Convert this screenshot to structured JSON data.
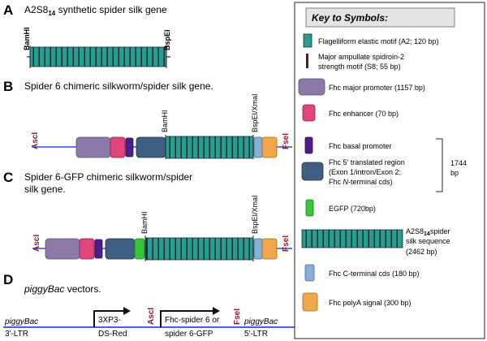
{
  "panels": {
    "A": {
      "letter": "A",
      "title_main": "A2S8",
      "title_sub": "14",
      "title_rest": " synthetic spider silk gene",
      "left_site": "BamHI",
      "right_site": "BspEI"
    },
    "B": {
      "letter": "B",
      "title": "Spider 6 chimeric silkworm/spider silk gene.",
      "left_site": "AscI",
      "mid_site": "BamHI",
      "right_site_a": "BspEI/XmaI",
      "right_site_b": "FseI"
    },
    "C": {
      "letter": "C",
      "title_line1": "Spider 6-GFP chimeric silkworm/spider",
      "title_line2": "silk gene.",
      "left_site": "AscI",
      "mid_site": "BamHI",
      "right_site_a": "BspEI/XmaI",
      "right_site_b": "FseI"
    },
    "D": {
      "letter": "D",
      "title_italic": "piggyBac",
      "title_rest": " vectors.",
      "ltr3_line1": "piggyBac",
      "ltr3_line2": "3'-LTR",
      "promoter1_line1": "3XP3-",
      "promoter1_line2": "DS-Red",
      "site_asc": "AscI",
      "promoter2_line1": "Fhc-spider 6 or",
      "promoter2_line2": "spider 6-GFP",
      "site_fse": "FseI",
      "ltr5_line1": "piggyBac",
      "ltr5_line2": "5'-LTR"
    }
  },
  "key": {
    "title": "Key to Symbols:",
    "items": [
      {
        "line1": "Flagelliform elastic motif (A2; 120 bp)"
      },
      {
        "line1": "Major ampullate spidroin-2",
        "line2": "strength motif (S8; 55 bp)"
      },
      {
        "line1": "Fhc major promoter (1157 bp)"
      },
      {
        "line1": "Fhc enhancer (70 bp)"
      },
      {
        "line1": "Fhc basal promoter"
      },
      {
        "line1": "Fhc 5' translated region",
        "line2": "(Exon 1/intron/Exon 2;",
        "line3_pre": "Fhc ",
        "line3_it": "N",
        "line3_post": "-terminal cds)"
      },
      {
        "line1": "EGFP (720bp)"
      },
      {
        "line1_pre": "A2S8",
        "line1_sub": "14",
        "line1_post": "spider",
        "line2": "silk sequence",
        "line3": "(2462 bp)"
      },
      {
        "line1": "Fhc C-terminal cds (180 bp)"
      },
      {
        "line1": "Fhc polyA signal (300 bp)"
      }
    ],
    "bracket_line1": "1744",
    "bracket_line2": "bp"
  },
  "colors": {
    "teal": "#2a9d8f",
    "dark_stripe": "#5a1a2a",
    "purple_gray": "#8c7aa8",
    "pink": "#e0457b",
    "violet": "#4b1f8a",
    "slate": "#3e5f82",
    "green": "#37c837",
    "light_blue": "#8aaed6",
    "orange": "#f0a74a",
    "line_blue": "#2a4de0",
    "site_label": "#8a1f2f"
  }
}
